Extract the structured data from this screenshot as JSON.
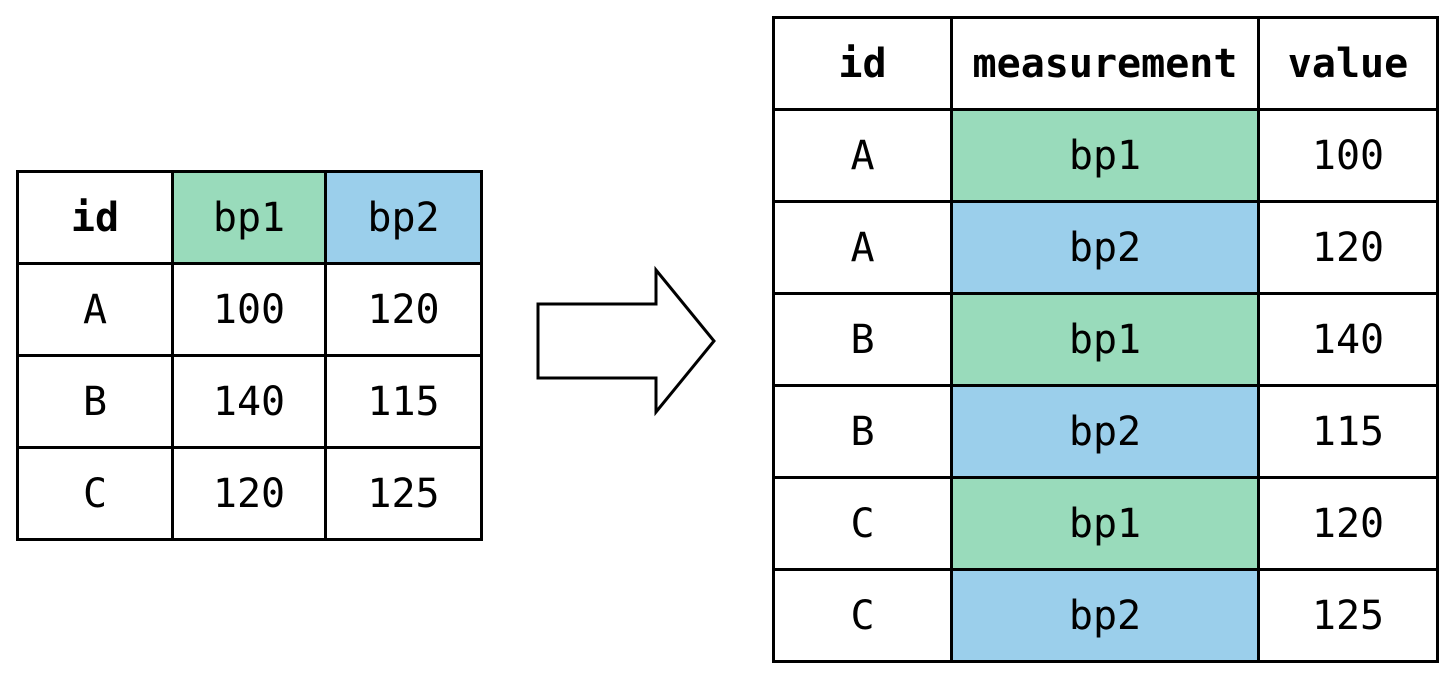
{
  "colors": {
    "bp1": "#99dbbb",
    "bp2": "#9bcfeb",
    "border": "#000000",
    "background": "#ffffff"
  },
  "wide_table": {
    "headers": [
      "id",
      "bp1",
      "bp2"
    ],
    "rows": [
      [
        "A",
        "100",
        "120"
      ],
      [
        "B",
        "140",
        "115"
      ],
      [
        "C",
        "120",
        "125"
      ]
    ]
  },
  "arrow_icon": "right-arrow-icon",
  "long_table": {
    "headers": [
      "id",
      "measurement",
      "value"
    ],
    "rows": [
      [
        "A",
        "bp1",
        "100"
      ],
      [
        "A",
        "bp2",
        "120"
      ],
      [
        "B",
        "bp1",
        "140"
      ],
      [
        "B",
        "bp2",
        "115"
      ],
      [
        "C",
        "bp1",
        "120"
      ],
      [
        "C",
        "bp2",
        "125"
      ]
    ]
  }
}
